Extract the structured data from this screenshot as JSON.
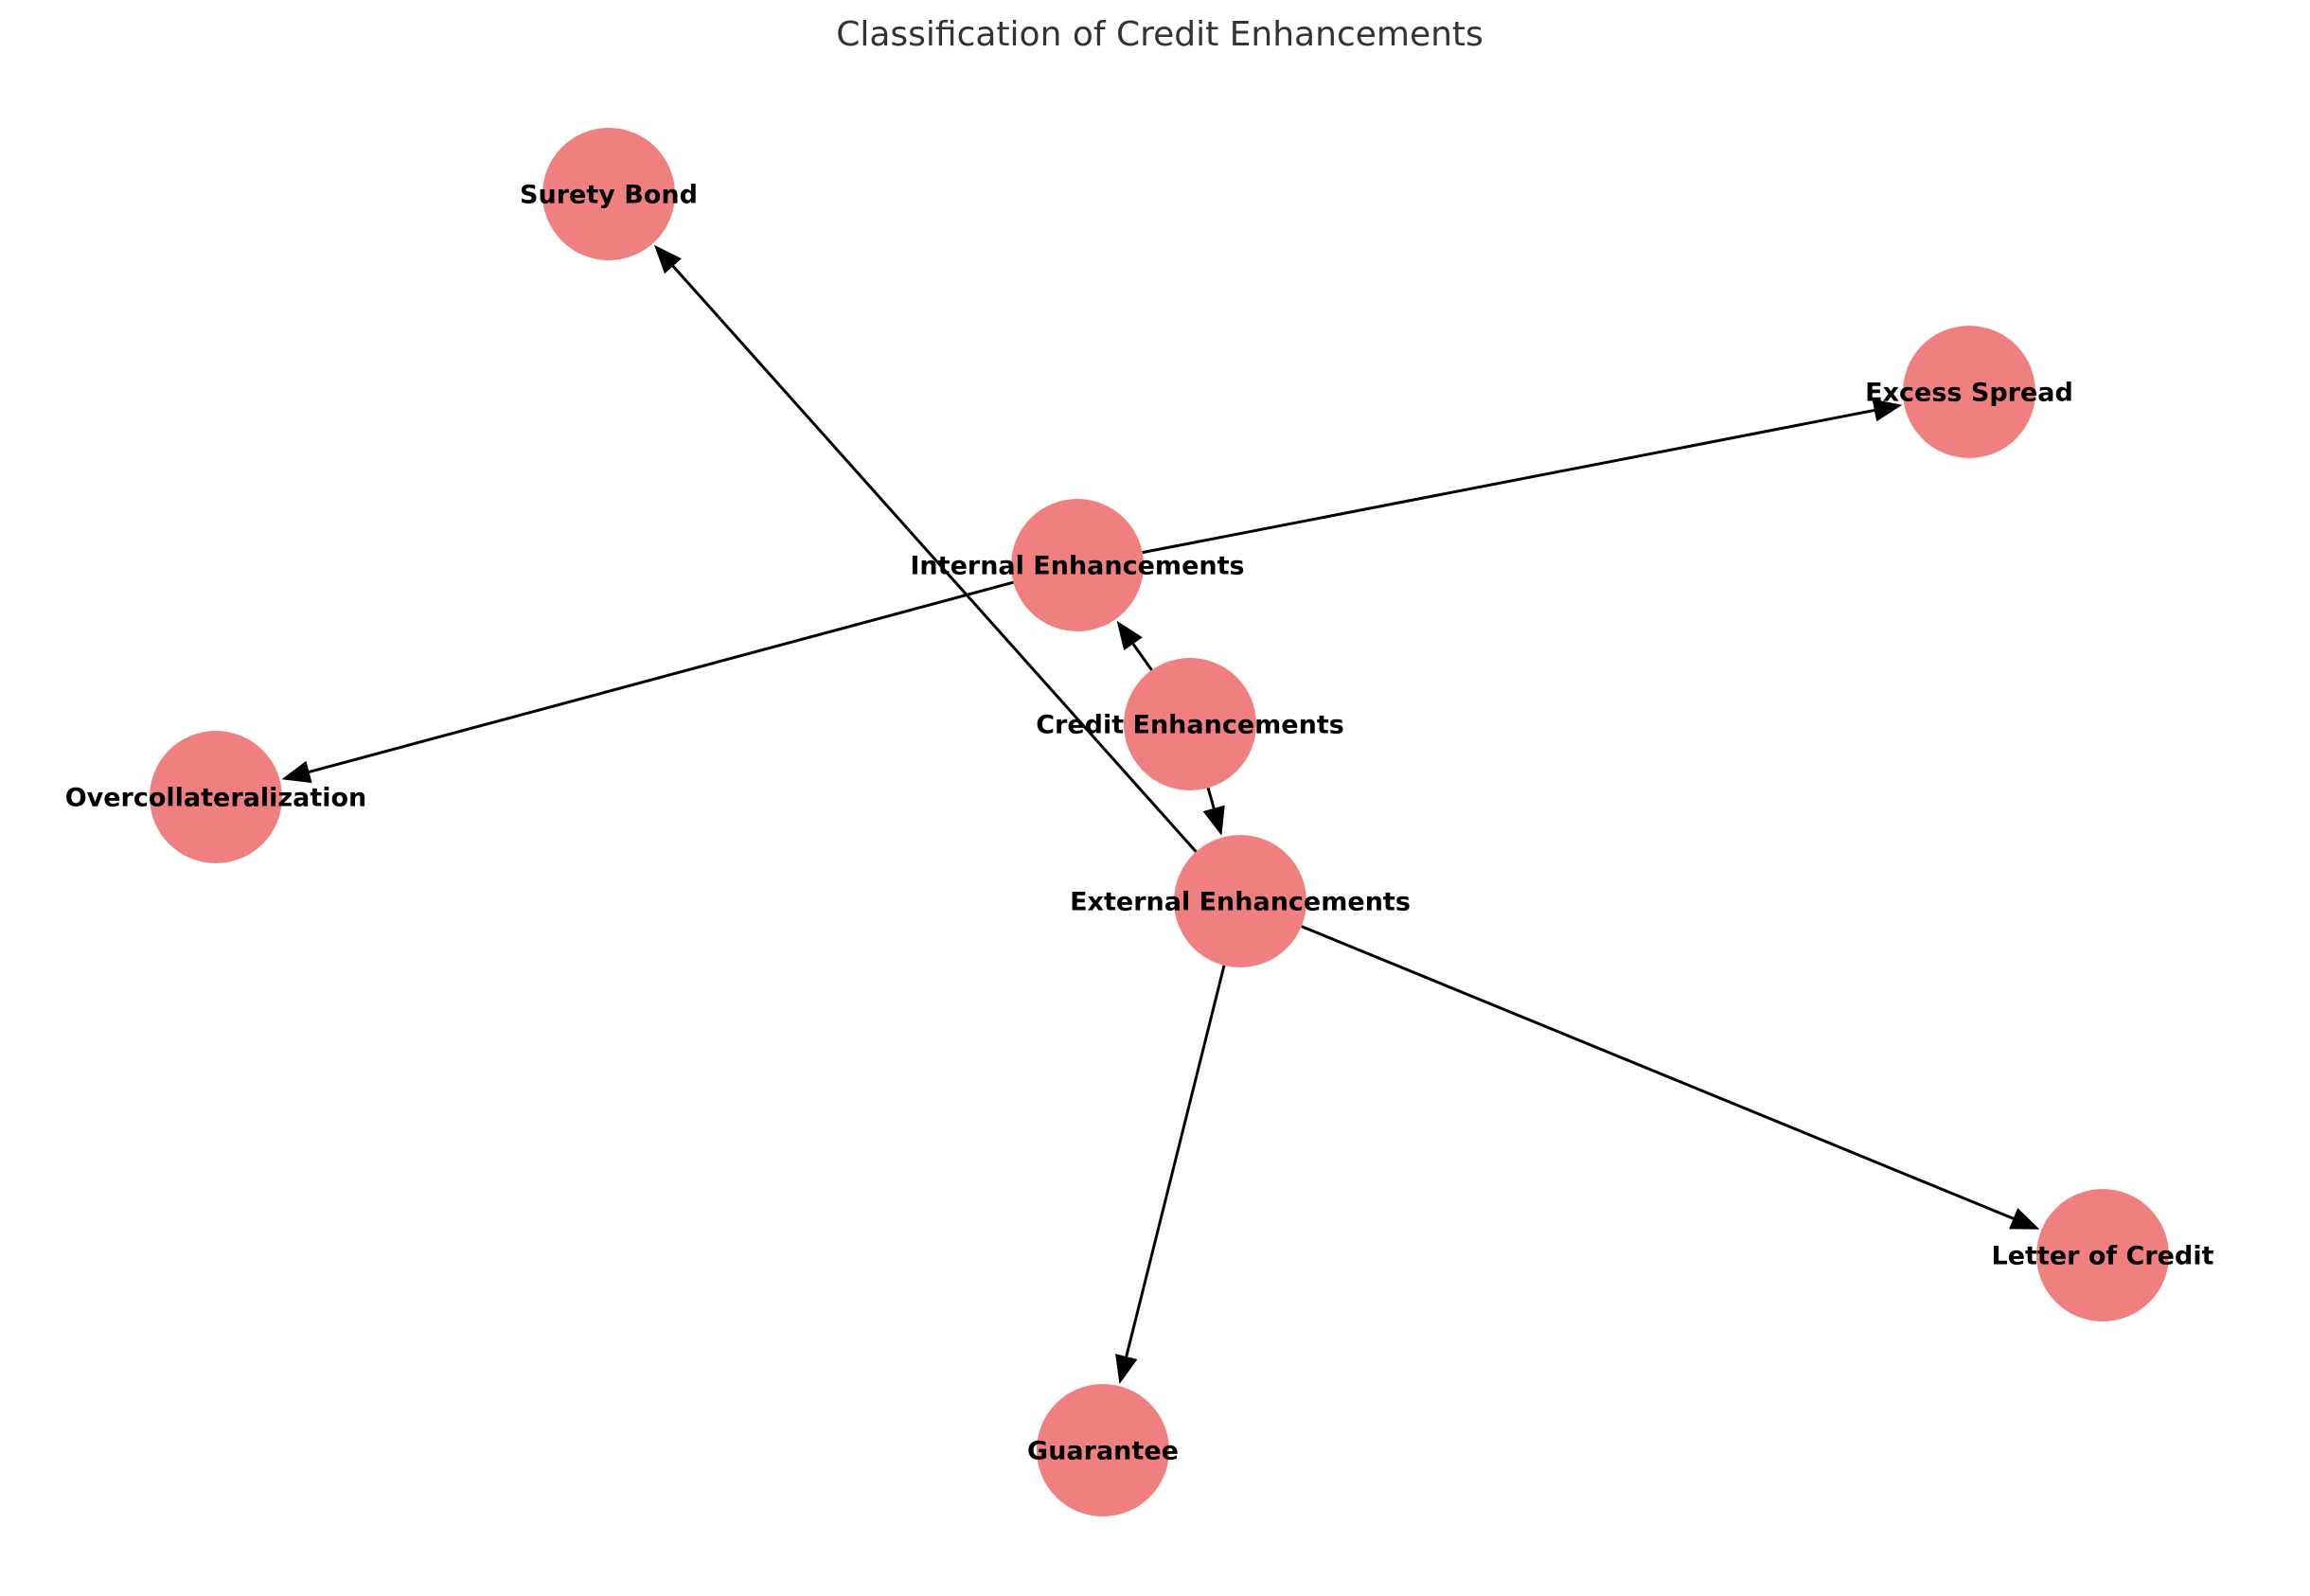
{
  "title": "Classification of Credit Enhancements",
  "node_color": "#f08080",
  "edge_color": "#000000",
  "nodes": [
    {
      "id": "credit",
      "label": "Credit Enhancements"
    },
    {
      "id": "internal",
      "label": "Internal Enhancements"
    },
    {
      "id": "external",
      "label": "External Enhancements"
    },
    {
      "id": "overcoll",
      "label": "Overcollateralization"
    },
    {
      "id": "excess",
      "label": "Excess Spread"
    },
    {
      "id": "surety",
      "label": "Surety Bond"
    },
    {
      "id": "guarantee",
      "label": "Guarantee"
    },
    {
      "id": "loc",
      "label": "Letter of Credit"
    }
  ],
  "edges": [
    {
      "from": "credit",
      "to": "internal"
    },
    {
      "from": "credit",
      "to": "external"
    },
    {
      "from": "internal",
      "to": "overcoll"
    },
    {
      "from": "internal",
      "to": "excess"
    },
    {
      "from": "external",
      "to": "surety"
    },
    {
      "from": "external",
      "to": "guarantee"
    },
    {
      "from": "external",
      "to": "loc"
    }
  ]
}
